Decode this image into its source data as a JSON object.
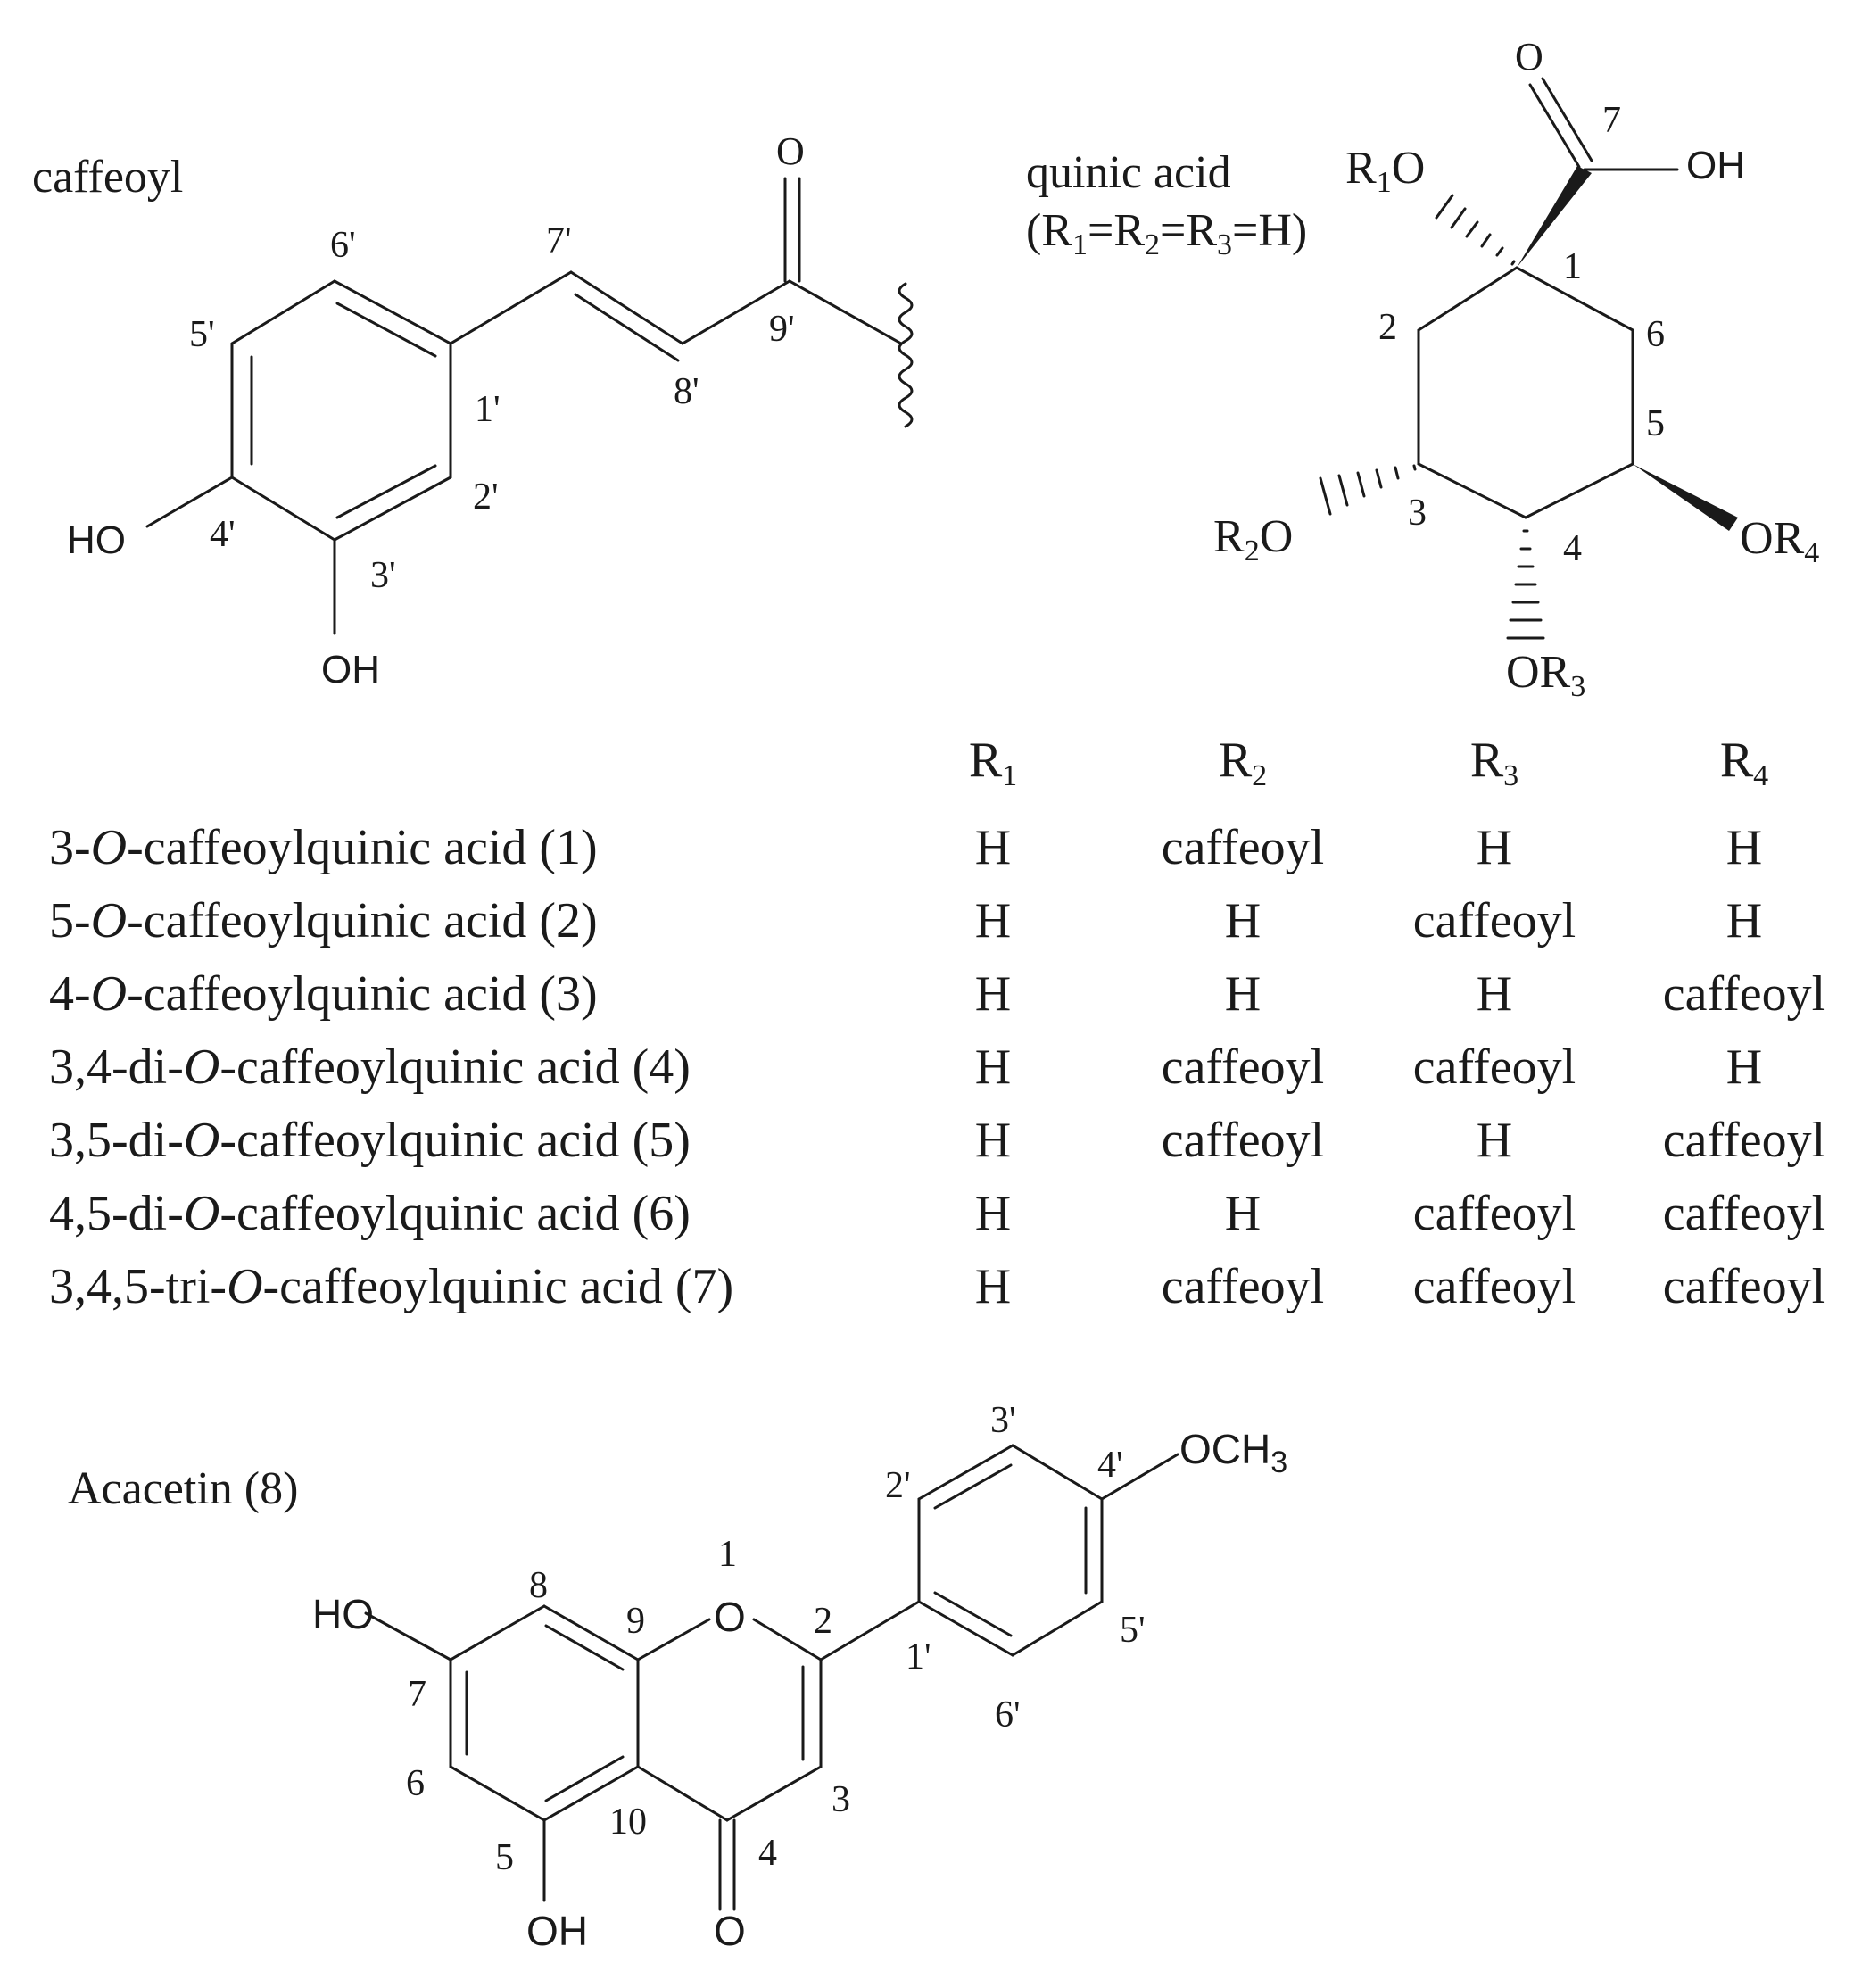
{
  "caffeoyl": {
    "title": "caffeoyl",
    "atoms": {
      "O_carbonyl": "O",
      "HO": "HO",
      "OH": "OH"
    },
    "numbers": {
      "n6p": "6'",
      "n7p": "7'",
      "n5p": "5'",
      "n1p": "1'",
      "n8p": "8'",
      "n9p": "9'",
      "n2p": "2'",
      "n4p": "4'",
      "n3p": "3'"
    }
  },
  "quinic": {
    "title": "quinic acid",
    "condition": "(R1=R2=R3=H)",
    "condition_parts": {
      "open": "(R",
      "s1": "1",
      "eq1": "=R",
      "s2": "2",
      "eq2": "=R",
      "s3": "3",
      "close": "=H)"
    },
    "atoms": {
      "O_top": "O",
      "OH": "OH",
      "R1O_R": "R",
      "R1O_sub": "1",
      "R1O_O": "O",
      "R2O_R": "R",
      "R2O_sub": "2",
      "R2O_O": "O",
      "OR4_O": "OR",
      "OR4_sub": "4",
      "OR3_O": "OR",
      "OR3_sub": "3"
    },
    "numbers": {
      "n7": "7",
      "n1": "1",
      "n2": "2",
      "n6": "6",
      "n5": "5",
      "n3": "3",
      "n4": "4"
    }
  },
  "table": {
    "headers": [
      {
        "letter": "R",
        "sub": "1"
      },
      {
        "letter": "R",
        "sub": "2"
      },
      {
        "letter": "R",
        "sub": "3"
      },
      {
        "letter": "R",
        "sub": "4"
      }
    ],
    "rows": [
      {
        "prefix": "3-",
        "italic": "O",
        "suffix": "-caffeoylquinic  acid (1)",
        "cells": [
          "H",
          "caffeoyl",
          "H",
          "H"
        ]
      },
      {
        "prefix": "5-",
        "italic": "O",
        "suffix": "-caffeoylquinic  acid (2)",
        "cells": [
          "H",
          "H",
          "caffeoyl",
          "H"
        ]
      },
      {
        "prefix": "4-",
        "italic": "O",
        "suffix": "-caffeoylquinic  acid (3)",
        "cells": [
          "H",
          "H",
          "H",
          "caffeoyl"
        ]
      },
      {
        "prefix": "3,4-di-",
        "italic": "O",
        "suffix": "-caffeoylquinic  acid (4)",
        "cells": [
          "H",
          "caffeoyl",
          "caffeoyl",
          "H"
        ]
      },
      {
        "prefix": "3,5-di-",
        "italic": "O",
        "suffix": "-caffeoylquinic  acid (5)",
        "cells": [
          "H",
          "caffeoyl",
          "H",
          "caffeoyl"
        ]
      },
      {
        "prefix": "4,5-di-",
        "italic": "O",
        "suffix": "-caffeoylquinic  acid (6)",
        "cells": [
          "H",
          "H",
          "caffeoyl",
          "caffeoyl"
        ]
      },
      {
        "prefix": "3,4,5-tri-",
        "italic": "O",
        "suffix": "-caffeoylquinic  acid (7)",
        "cells": [
          "H",
          "caffeoyl",
          "caffeoyl",
          "caffeoyl"
        ]
      }
    ]
  },
  "acacetin": {
    "title": "Acacetin (8)",
    "atoms": {
      "OCH3_main": "OCH",
      "OCH3_sub": "3",
      "HO": "HO",
      "O_ring": "O",
      "OH": "OH",
      "O_carbonyl": "O"
    },
    "numbers": {
      "n3p": "3'",
      "n4p": "4'",
      "n2p": "2'",
      "n1": "1",
      "n8": "8",
      "n9": "9",
      "n2": "2",
      "n1p": "1'",
      "n5p": "5'",
      "n7": "7",
      "n6p": "6'",
      "n6": "6",
      "n10": "10",
      "n3": "3",
      "n5": "5",
      "n4": "4"
    }
  }
}
